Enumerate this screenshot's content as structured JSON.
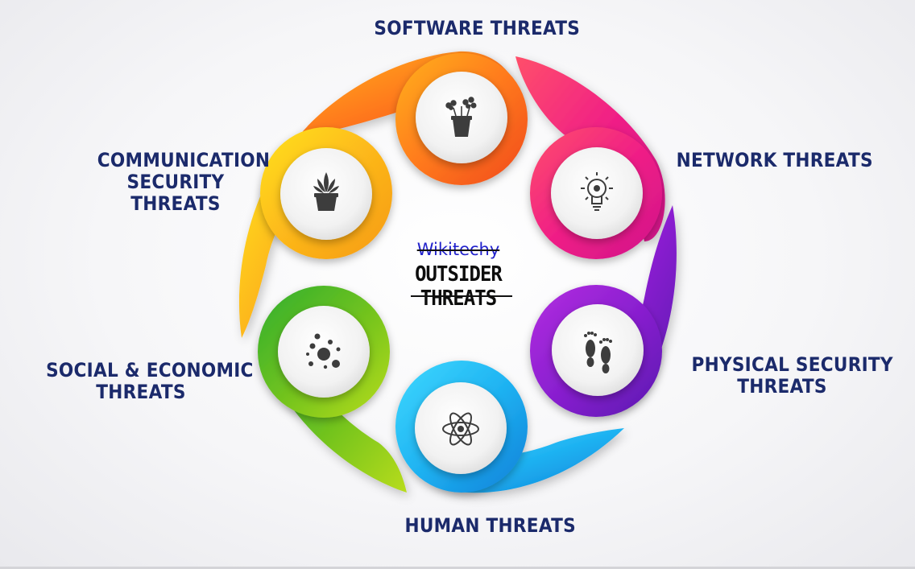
{
  "center": {
    "brand": "Wikitechy",
    "title": "OUTSIDER THREATS"
  },
  "segments": [
    {
      "id": "software",
      "lines": [
        "SOFTWARE  THREATS"
      ],
      "icon": "flower-pot-icon",
      "color": "#f5831f"
    },
    {
      "id": "network",
      "lines": [
        "NETWORK THREATS"
      ],
      "icon": "lightbulb-gear-icon",
      "color": "#ee1f7a"
    },
    {
      "id": "physical",
      "lines": [
        "PHYSICAL SECURITY",
        "THREATS"
      ],
      "icon": "footprints-icon",
      "color": "#8f1fc9"
    },
    {
      "id": "human",
      "lines": [
        "HUMAN THREATS"
      ],
      "icon": "atom-icon",
      "color": "#1fb8f0"
    },
    {
      "id": "social",
      "lines": [
        "SOCIAL & ECONOMIC",
        "THREATS"
      ],
      "icon": "bubbles-icon",
      "color": "#6fc21f"
    },
    {
      "id": "communication",
      "lines": [
        "COMMUNICATION",
        "SECURITY",
        "THREATS"
      ],
      "icon": "succulent-pot-icon",
      "color": "#fbc21a"
    }
  ]
}
